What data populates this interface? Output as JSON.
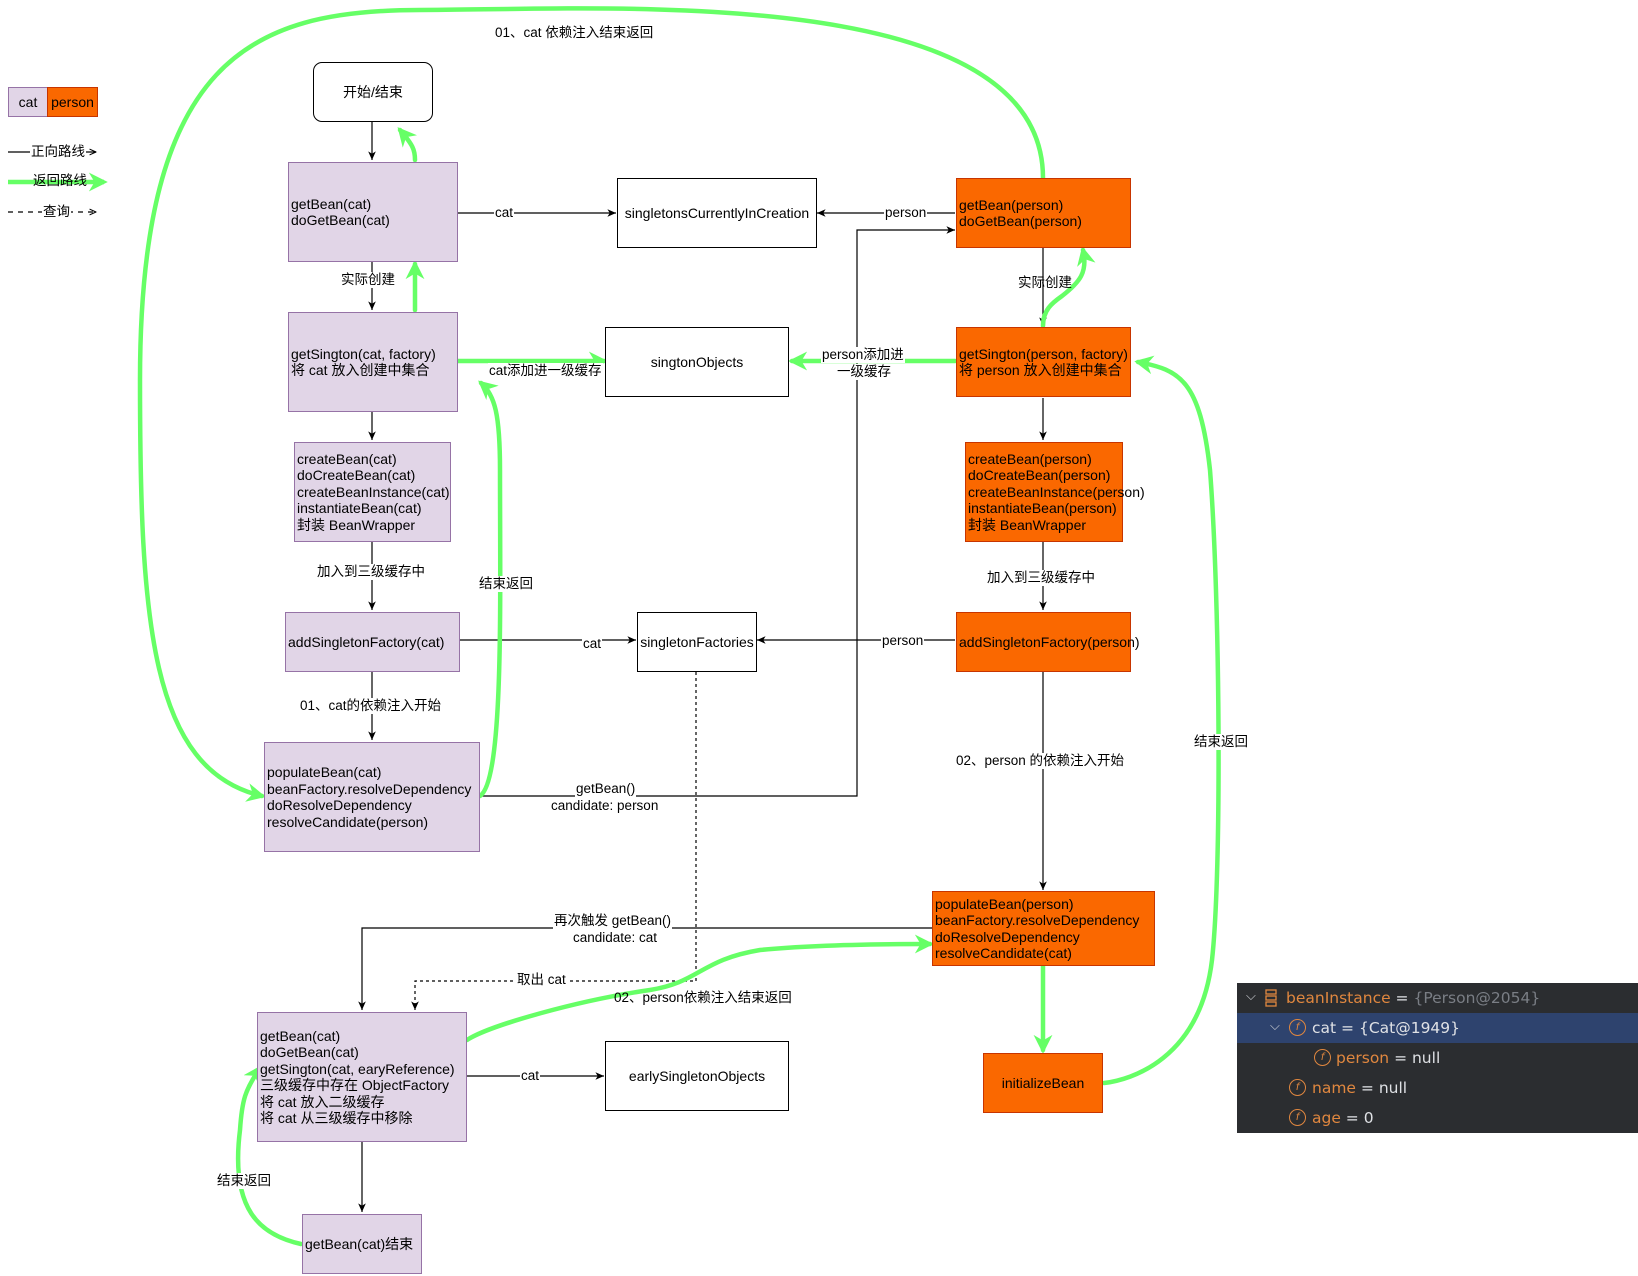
{
  "legend": {
    "cat_label": "cat",
    "person_label": "person",
    "forward_route": "正向路线",
    "return_route": "返回路线",
    "query": "查询",
    "colors": {
      "cat": "#e1d5e7",
      "person": "#fa6800",
      "return_line": "#66ff66"
    }
  },
  "nodes": {
    "start_end": [
      "开始/结束"
    ],
    "cat_getbean": [
      "getBean(cat)",
      "doGetBean(cat)"
    ],
    "cat_getsington": [
      "getSington(cat, factory)",
      "将 cat 放入创建中集合"
    ],
    "cat_createbean": [
      "createBean(cat)",
      "doCreateBean(cat)",
      "createBeanInstance(cat)",
      "instantiateBean(cat)",
      "封装 BeanWrapper"
    ],
    "cat_add_factory": [
      "addSingletonFactory(cat)"
    ],
    "cat_populate": [
      "populateBean(cat)",
      "beanFactory.resolveDependency",
      "doResolveDependency",
      "resolveCandidate(person)"
    ],
    "cat_getbean_again": [
      "getBean(cat)",
      "doGetBean(cat)",
      "getSington(cat, earyReference)",
      "三级缓存中存在 ObjectFactory",
      "将 cat 放入二级缓存",
      "将 cat 从三级缓存中移除"
    ],
    "cat_getbean_end": [
      "getBean(cat)结束"
    ],
    "singletons_in_creation": [
      "singletonsCurrentlyInCreation"
    ],
    "sington_objects": [
      "singtonObjects"
    ],
    "singleton_factories": [
      "singletonFactories"
    ],
    "early_singleton_objects": [
      "earlySingletonObjects"
    ],
    "person_getbean": [
      "getBean(person)",
      "doGetBean(person)"
    ],
    "person_getsington": [
      "getSington(person, factory)",
      "将 person 放入创建中集合"
    ],
    "person_createbean": [
      "createBean(person)",
      "doCreateBean(person)",
      "createBeanInstance(person)",
      "instantiateBean(person)",
      "封装 BeanWrapper"
    ],
    "person_add_factory": [
      "addSingletonFactory(person)"
    ],
    "person_populate": [
      "populateBean(person)",
      "beanFactory.resolveDependency",
      "doResolveDependency",
      "resolveCandidate(cat)"
    ],
    "initialize_bean": [
      "initializeBean"
    ]
  },
  "edge_labels": {
    "cat_dep_inject_end_return": "01、cat 依赖注入结束返回",
    "cat_to_creation": "cat",
    "person_to_creation": "person",
    "cat_actual_create": "实际创建",
    "person_actual_create": "实际创建",
    "cat_add_first_cache": "cat添加进一级缓存",
    "person_add_first_cache_1": "person添加进",
    "person_add_first_cache_2": "一级缓存",
    "cat_add_third_cache": "加入到三级缓存中",
    "person_add_third_cache": "加入到三级缓存中",
    "cat_end_return": "结束返回",
    "cat_to_factories": "cat",
    "person_to_factories": "person",
    "cat_dep_inject_start": "01、cat的依赖注入开始",
    "person_dep_inject_start": "02、person 的依赖注入开始",
    "person_end_return": "结束返回",
    "getbean_call_1": "getBean()",
    "getbean_call_2": "candidate: person",
    "retrigger_1": "再次触发  getBean()",
    "retrigger_2": "candidate: cat",
    "take_cat": "取出 cat",
    "person_dep_inject_end_return": "02、person依赖注入结束返回",
    "cat_to_early": "cat",
    "final_end_return": "结束返回"
  },
  "debugger": {
    "root": {
      "name": "beanInstance",
      "eq": " = ",
      "value": "{Person@2054}"
    },
    "cat": {
      "name": "cat",
      "eq": " = ",
      "value": "{Cat@1949}"
    },
    "cat_person": {
      "name": "person",
      "eq": " = ",
      "value": "null"
    },
    "name": {
      "name": "name",
      "eq": " = ",
      "value": "null"
    },
    "age": {
      "name": "age",
      "eq": " = ",
      "value": "0"
    },
    "field_badge": "f"
  }
}
